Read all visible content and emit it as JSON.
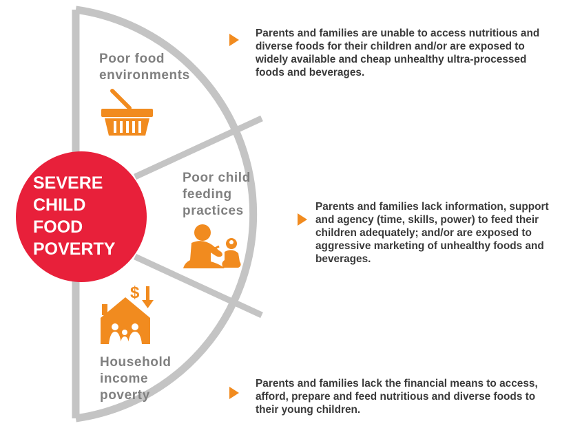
{
  "center": {
    "lines": [
      "SEVERE",
      "CHILD",
      "FOOD",
      "POVERTY"
    ]
  },
  "segments": [
    {
      "label_lines": [
        "Poor food",
        "environments"
      ],
      "icon": "shopping-basket-icon",
      "description": "Parents and families are unable to access nutritious and diverse foods for their children and/or are exposed to widely available and cheap unhealthy ultra-processed foods and beverages."
    },
    {
      "label_lines": [
        "Poor child",
        "feeding",
        "practices"
      ],
      "icon": "parent-feeding-child-icon",
      "description": "Parents and families lack information, support and agency (time, skills, power) to feed their children adequately; and/or are exposed to aggressive marketing of unhealthy foods and beverages."
    },
    {
      "label_lines": [
        "Household",
        "income",
        "poverty"
      ],
      "icon": "house-family-dollar-down-icon",
      "icon_text": "$",
      "description": "Parents and families lack the financial means to access, afford, prepare and feed nutritious and diverse foods to their young children."
    }
  ],
  "colors": {
    "center_circle": "#e8203a",
    "arc": "#c4c4c4",
    "icon": "#f18b1f",
    "label_text": "#808080",
    "description_text": "#3a3a3a"
  }
}
